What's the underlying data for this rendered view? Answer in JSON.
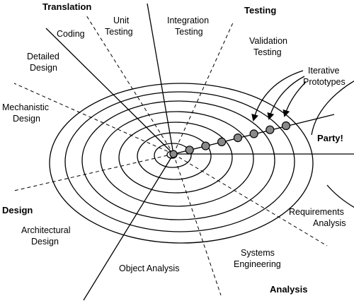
{
  "labels": {
    "translation": "Translation",
    "testing": "Testing",
    "design": "Design",
    "analysis": "Analysis",
    "party": "Party!",
    "coding": "Coding",
    "unit_1": "Unit",
    "unit_2": "Testing",
    "integration_1": "Integration",
    "integration_2": "Testing",
    "validation_1": "Validation",
    "validation_2": "Testing",
    "iterative_1": "Iterative",
    "iterative_2": "Prototypes",
    "detailed_1": "Detailed",
    "detailed_2": "Design",
    "mechanistic_1": "Mechanistic",
    "mechanistic_2": "Design",
    "requirements_1": "Requirements",
    "requirements_2": "Analysis",
    "architectural_1": "Architectural",
    "architectural_2": "Design",
    "systems_1": "Systems",
    "systems_2": "Engineering",
    "object_analysis": "Object Analysis"
  },
  "colors": {
    "line": "#000000",
    "prototype_dot": "#8a8a8a",
    "background": "#ffffff"
  },
  "prototype_count": 8
}
